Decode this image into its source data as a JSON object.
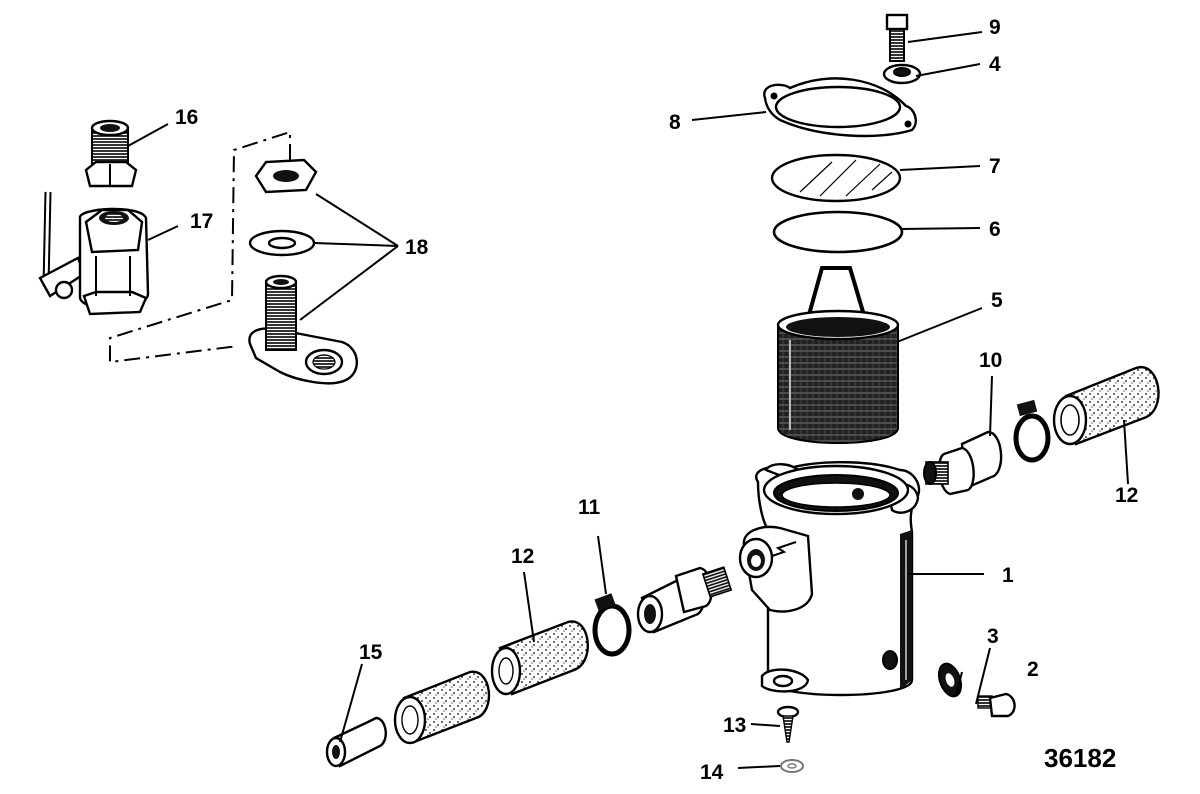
{
  "figure": {
    "drawing_number": "36182",
    "callouts": [
      {
        "id": "c1",
        "label": "1"
      },
      {
        "id": "c2",
        "label": "2"
      },
      {
        "id": "c3",
        "label": "3"
      },
      {
        "id": "c4",
        "label": "4"
      },
      {
        "id": "c5",
        "label": "5"
      },
      {
        "id": "c6",
        "label": "6"
      },
      {
        "id": "c7",
        "label": "7"
      },
      {
        "id": "c8",
        "label": "8"
      },
      {
        "id": "c9",
        "label": "9"
      },
      {
        "id": "c10",
        "label": "10"
      },
      {
        "id": "c11",
        "label": "11"
      },
      {
        "id": "c12a",
        "label": "12"
      },
      {
        "id": "c12b",
        "label": "12"
      },
      {
        "id": "c13",
        "label": "13"
      },
      {
        "id": "c14",
        "label": "14"
      },
      {
        "id": "c15",
        "label": "15"
      },
      {
        "id": "c16",
        "label": "16"
      },
      {
        "id": "c17",
        "label": "17"
      },
      {
        "id": "c18",
        "label": "18"
      }
    ]
  }
}
